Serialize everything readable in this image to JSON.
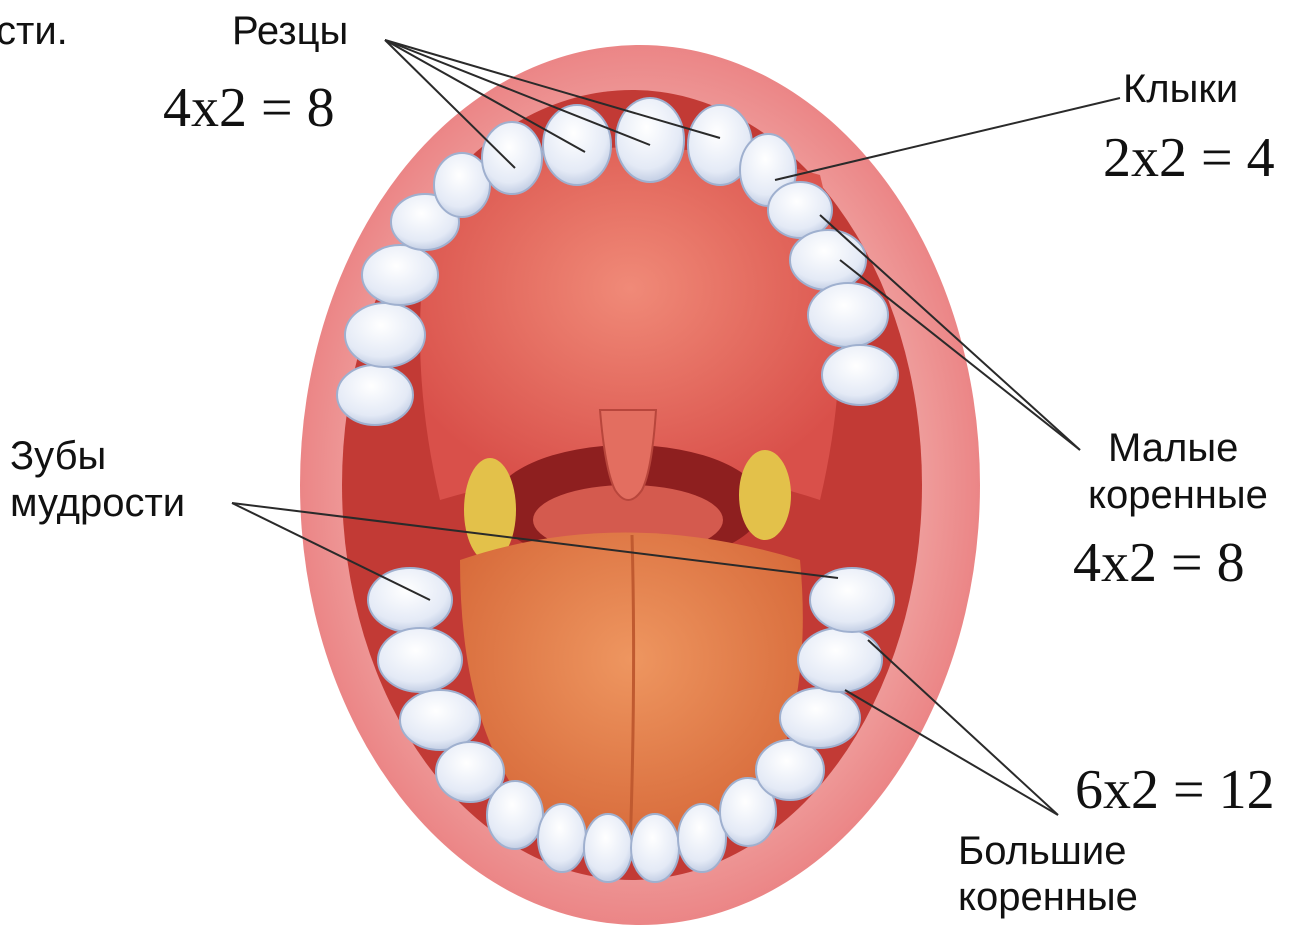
{
  "fragment_text": "сти.",
  "labels": {
    "incisors": "Резцы",
    "canines": "Клыки",
    "premolars_line1": "Малые",
    "premolars_line2": "коренные",
    "molars_line1": "Большие",
    "molars_line2": "коренные",
    "wisdom_line1": "Зубы",
    "wisdom_line2": "мудрости"
  },
  "counts": {
    "incisors": "4х2 = 8",
    "canines": "2х2 = 4",
    "premolars": "4х2 = 8",
    "molars": "6х2 = 12"
  },
  "colors": {
    "lips": "#e9787a",
    "mouth_interior": "#c23a35",
    "palate": "#e56458",
    "tongue": "#e07a45",
    "teeth": "#eef2fa",
    "teeth_shadow": "#b9c6df",
    "tonsils": "#e3c14a",
    "leader_lines": "#2a2a2a"
  }
}
